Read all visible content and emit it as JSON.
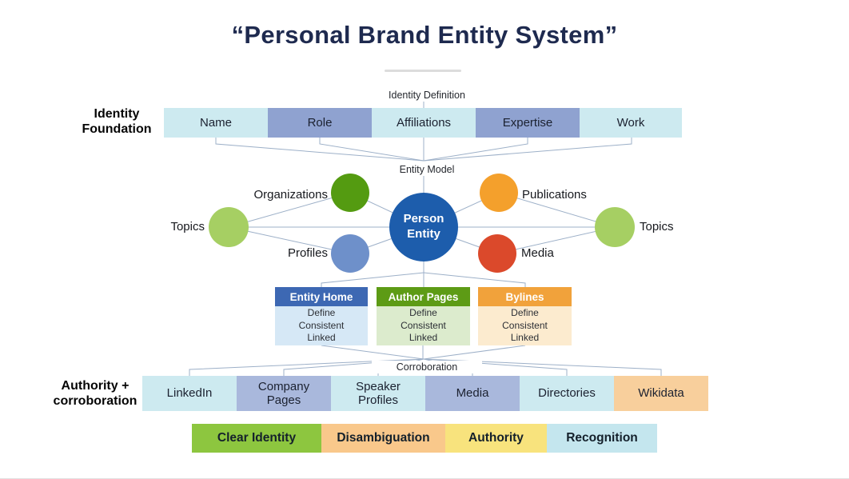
{
  "title": "“Personal Brand Entity System”",
  "identity_foundation": {
    "section_label": "Identity Foundation",
    "bracket_label": "Identity Definition",
    "boxes": [
      {
        "label": "Name",
        "color": "#cdeaf0"
      },
      {
        "label": "Role",
        "color": "#8fa2d0"
      },
      {
        "label": "Affiliations",
        "color": "#cdeaf0"
      },
      {
        "label": "Expertise",
        "color": "#8fa2d0"
      },
      {
        "label": "Work",
        "color": "#cdeaf0"
      }
    ]
  },
  "entity_model": {
    "bracket_label": "Entity Model",
    "center_node": {
      "label": "Person Entity",
      "color": "#1d5dac"
    },
    "nodes": [
      {
        "label": "Organizations",
        "color": "#549b11"
      },
      {
        "label": "Publications",
        "color": "#f4a02c"
      },
      {
        "label": "Topics",
        "color": "#a6cf63"
      },
      {
        "label": "Topics",
        "color": "#a6cf63"
      },
      {
        "label": "Profiles",
        "color": "#6e90ca"
      },
      {
        "label": "Media",
        "color": "#db492b"
      }
    ]
  },
  "pillars": [
    {
      "title": "Entity Home",
      "body": "Define Consistent Linked",
      "header_color": "#3d68b3",
      "body_color": "#d6e8f6"
    },
    {
      "title": "Author Pages",
      "body": "Define Consistent Linked",
      "header_color": "#5d9b15",
      "body_color": "#dcebcd"
    },
    {
      "title": "Bylines",
      "body": "Define Consistent Linked",
      "header_color": "#f1a23b",
      "body_color": "#fcebcf"
    }
  ],
  "authority": {
    "section_label": "Authority + corroboration",
    "bracket_label": "Corroboration",
    "boxes": [
      {
        "label": "LinkedIn",
        "color": "#cdeaf0"
      },
      {
        "label": "Company Pages",
        "color": "#a9b8dc"
      },
      {
        "label": "Speaker Profiles",
        "color": "#cdeaf0"
      },
      {
        "label": "Media",
        "color": "#a9b8dc"
      },
      {
        "label": "Directories",
        "color": "#cdeaf0"
      },
      {
        "label": "Wikidata",
        "color": "#f8cf9c"
      }
    ]
  },
  "legend": [
    {
      "label": "Clear Identity",
      "color": "#8dc63f"
    },
    {
      "label": "Disambiguation",
      "color": "#f9c88b"
    },
    {
      "label": "Authority",
      "color": "#f8e37d"
    },
    {
      "label": "Recognition",
      "color": "#c4e6ee"
    }
  ],
  "palette": {
    "title_text": "#1e2a4f",
    "connector_line": "#9db0c8"
  }
}
